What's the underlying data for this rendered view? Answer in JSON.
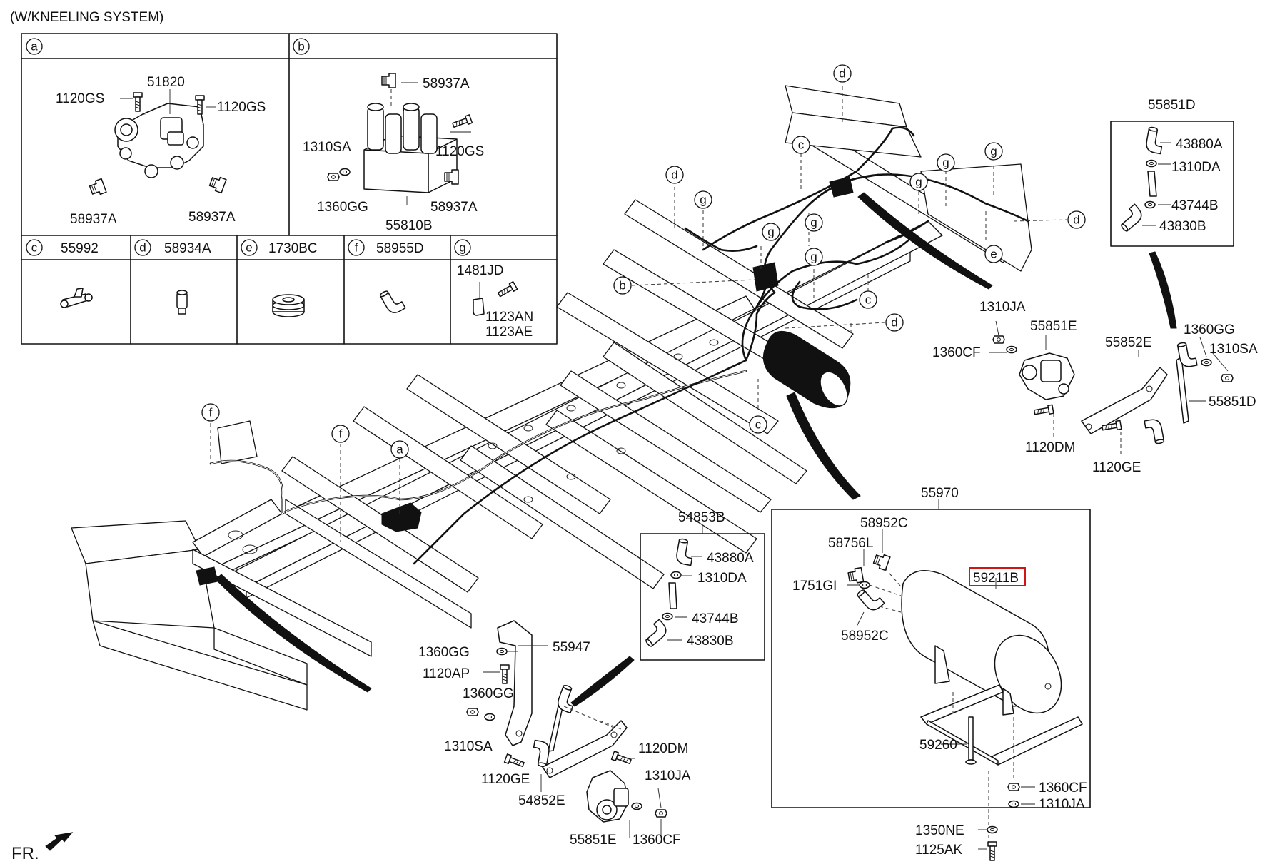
{
  "header": {
    "title": "(W/KNEELING SYSTEM)"
  },
  "front_marker": "FR.",
  "legend": {
    "a": {
      "letter": "a",
      "parts": [
        "51820",
        "1120GS",
        "1120GS",
        "58937A",
        "58937A"
      ]
    },
    "b": {
      "letter": "b",
      "parts": [
        "58937A",
        "1120GS",
        "1310SA",
        "1360GG",
        "55810B",
        "58937A"
      ]
    },
    "c": {
      "letter": "c",
      "part": "55992"
    },
    "d": {
      "letter": "d",
      "part": "58934A"
    },
    "e": {
      "letter": "e",
      "part": "1730BC"
    },
    "f": {
      "letter": "f",
      "part": "58955D"
    },
    "g": {
      "letter": "g",
      "parts": [
        "1481JD",
        "1123AN",
        "1123AE"
      ]
    }
  },
  "callouts": {
    "a": "a",
    "b": "b",
    "c": "c",
    "d": "d",
    "e": "e",
    "f": "f",
    "g": "g"
  },
  "upper_right": {
    "group": "55851D",
    "parts": [
      "43880A",
      "1310DA",
      "43744B",
      "43830B"
    ]
  },
  "right_linkage": [
    "1310JA",
    "1360CF",
    "55851E",
    "55852E",
    "1360GG",
    "1310SA",
    "55851D",
    "1120DM",
    "1120GE"
  ],
  "middle_box": {
    "group": "54853B",
    "parts": [
      "43880A",
      "1310DA",
      "43744B",
      "43830B"
    ]
  },
  "lower_linkage": [
    "1360GG",
    "55947",
    "1120AP",
    "1360GG",
    "1310SA",
    "1120DM",
    "1120GE",
    "54852E",
    "1310JA",
    "55851E",
    "1360CF"
  ],
  "tank_box": {
    "group": "55970",
    "highlight": "59211B",
    "parts": [
      "58952C",
      "58756L",
      "1751GI",
      "58952C",
      "59260",
      "1360CF",
      "1310JA"
    ]
  },
  "below_tank": [
    "1350NE",
    "1125AK"
  ],
  "colors": {
    "line": "#111111",
    "highlight": "#d01515",
    "background": "#ffffff"
  }
}
